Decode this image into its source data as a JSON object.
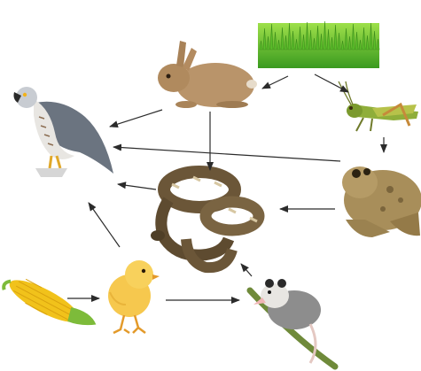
{
  "organisms": [
    {
      "id": "grass",
      "icon": "grass-icon"
    },
    {
      "id": "rabbit",
      "icon": "rabbit-icon"
    },
    {
      "id": "grasshopper",
      "icon": "grasshopper-icon"
    },
    {
      "id": "hawk",
      "icon": "hawk-icon"
    },
    {
      "id": "toad",
      "icon": "toad-icon"
    },
    {
      "id": "snake",
      "icon": "snake-icon"
    },
    {
      "id": "corn",
      "icon": "corn-icon"
    },
    {
      "id": "chick",
      "icon": "chick-icon"
    },
    {
      "id": "opossum",
      "icon": "opossum-icon"
    }
  ],
  "arrows": [
    {
      "from": "grass",
      "to": "rabbit"
    },
    {
      "from": "grass",
      "to": "grasshopper"
    },
    {
      "from": "rabbit",
      "to": "hawk"
    },
    {
      "from": "rabbit",
      "to": "snake"
    },
    {
      "from": "grasshopper",
      "to": "toad"
    },
    {
      "from": "toad",
      "to": "hawk"
    },
    {
      "from": "toad",
      "to": "snake"
    },
    {
      "from": "snake",
      "to": "hawk"
    },
    {
      "from": "chick",
      "to": "hawk"
    },
    {
      "from": "corn",
      "to": "chick"
    },
    {
      "from": "chick",
      "to": "opossum"
    },
    {
      "from": "opossum",
      "to": "snake"
    }
  ],
  "colors": {
    "arrow": "#2b2b2b",
    "grass": "#5bbf2a",
    "rabbit": "#b9946a",
    "grasshopper": "#8fae3a",
    "hawk": "#6b7480",
    "toad": "#a88e5a",
    "snake": "#6b5638",
    "corn": "#f1c21b",
    "chick": "#f6c84e",
    "opossum": "#8d8d8d"
  }
}
